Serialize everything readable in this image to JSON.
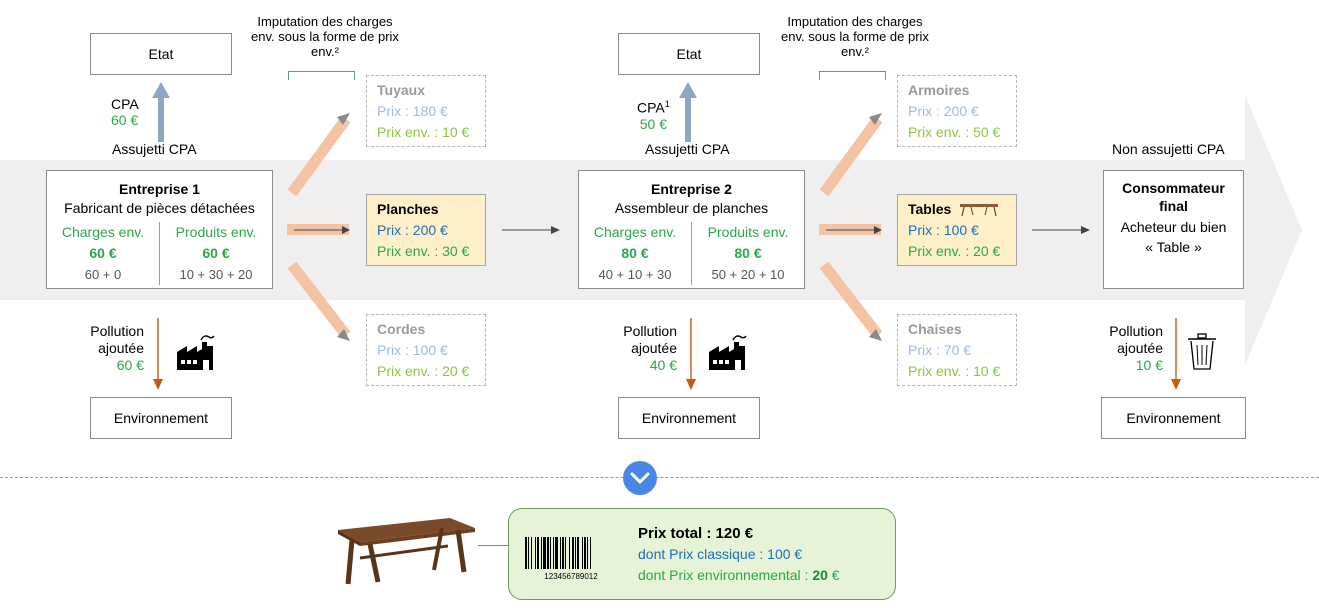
{
  "stage1": {
    "etat_label": "Etat",
    "cpa_label": "CPA",
    "cpa_value": "60 €",
    "assujetti_label": "Assujetti CPA",
    "imputation_note": "Imputation des charges env. sous la forme de prix env.²",
    "entreprise": {
      "title": "Entreprise 1",
      "subtitle": "Fabricant de pièces détachées",
      "charges_label": "Charges env.",
      "charges_value": "60 €",
      "charges_detail": "60 + 0",
      "produits_label": "Produits env.",
      "produits_value": "60 €",
      "produits_detail": "10 + 30 + 20"
    },
    "products": [
      {
        "name": "Tuyaux",
        "prix": "Prix : 180 €",
        "prix_env": "Prix env. : 10 €"
      },
      {
        "name": "Planches",
        "prix": "Prix : 200 €",
        "prix_env": "Prix env. : 30 €"
      },
      {
        "name": "Cordes",
        "prix": "Prix : 100 €",
        "prix_env": "Prix env. : 20 €"
      }
    ],
    "pollution_label": "Pollution ajoutée",
    "pollution_value": "60 €",
    "env_label": "Environnement"
  },
  "stage2": {
    "etat_label": "Etat",
    "cpa_label": "CPA",
    "cpa_sup": "1",
    "cpa_value": "50 €",
    "assujetti_label": "Assujetti CPA",
    "imputation_note": "Imputation des charges env. sous la forme de prix env.²",
    "entreprise": {
      "title": "Entreprise 2",
      "subtitle": "Assembleur de planches",
      "charges_label": "Charges env.",
      "charges_value": "80 €",
      "charges_detail": "40 + 10 + 30",
      "produits_label": "Produits env.",
      "produits_value": "80 €",
      "produits_detail": "50 + 20 + 10"
    },
    "products": [
      {
        "name": "Armoires",
        "prix": "Prix : 200 €",
        "prix_env": "Prix env. : 50 €"
      },
      {
        "name": "Tables",
        "prix": "Prix : 100 €",
        "prix_env": "Prix env. : 20 €"
      },
      {
        "name": "Chaises",
        "prix": "Prix : 70 €",
        "prix_env": "Prix env. : 10 €"
      }
    ],
    "pollution_label": "Pollution ajoutée",
    "pollution_value": "40 €",
    "env_label": "Environnement"
  },
  "stage3": {
    "non_assujetti_label": "Non assujetti CPA",
    "title_line1": "Consommateur",
    "title_line2": "final",
    "sub_line1": "Acheteur du bien",
    "sub_line2": "« Table »",
    "pollution_label": "Pollution ajoutée",
    "pollution_value": "10 €",
    "env_label": "Environnement"
  },
  "receipt": {
    "total_label": "Prix total : 120 €",
    "classique_label": "dont Prix classique : 100 €",
    "env_prefix": "dont Prix environnemental : ",
    "env_value": "20",
    "env_suffix": " €",
    "barcode_number": "123456789012"
  },
  "colors": {
    "band": "#efefef",
    "highlight": "#fdf0c9",
    "salmon_arrow": "#f4c3a3",
    "pollution_arrow": "#c55a11",
    "cpa_arrow": "#8ea6c4",
    "receipt_bg": "#e6f3d6",
    "receipt_border": "#6c9a5a",
    "chevron": "#4a86e8"
  },
  "icons": [
    "factory-icon",
    "trash-icon",
    "table-icon",
    "chevron-down-icon",
    "barcode-icon"
  ]
}
